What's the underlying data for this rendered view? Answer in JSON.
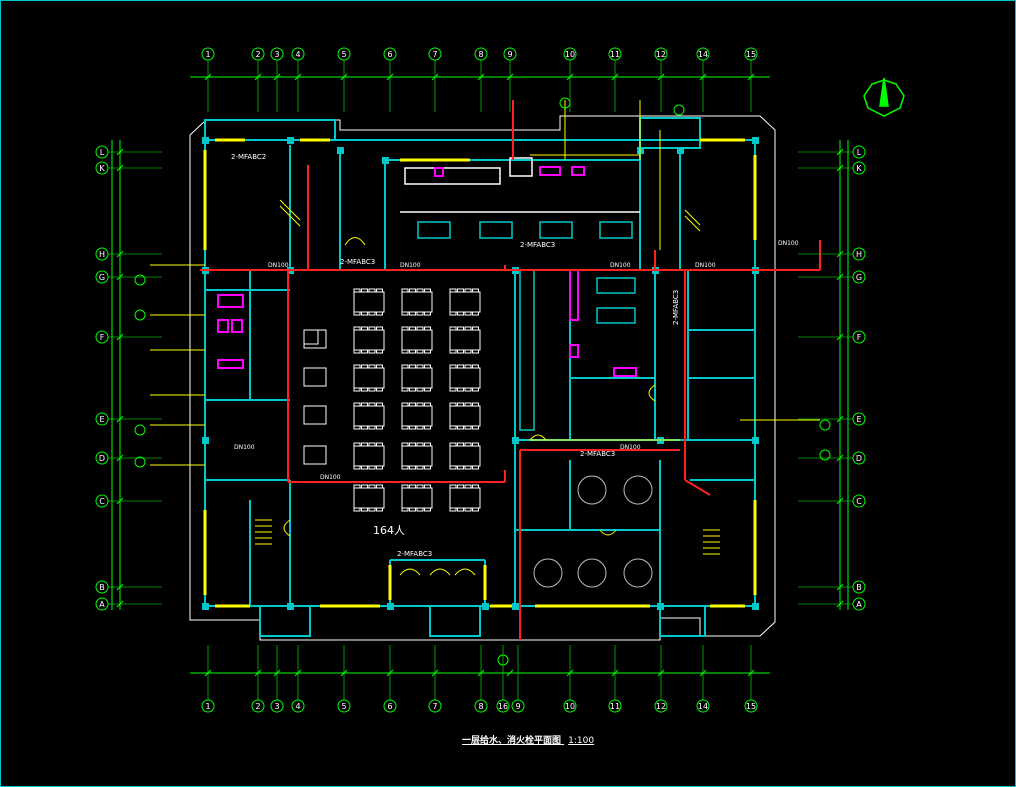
{
  "axes_top": [
    "1",
    "2",
    "3",
    "4",
    "5",
    "6",
    "7",
    "8",
    "9",
    "10",
    "11",
    "12",
    "14",
    "15"
  ],
  "axes_bottom": [
    "1",
    "2",
    "3",
    "4",
    "5",
    "6",
    "7",
    "8",
    "16",
    "9",
    "10",
    "11",
    "12",
    "14",
    "15"
  ],
  "axes_left": [
    "L",
    "K",
    "H",
    "G",
    "F",
    "E",
    "D",
    "C",
    "B",
    "A"
  ],
  "axes_right": [
    "L",
    "K",
    "H",
    "G",
    "F",
    "E",
    "D",
    "C",
    "B",
    "A"
  ],
  "occupancy_label": "164人",
  "extinguisher_labels": [
    "2-MFABC2",
    "2-MFABC3",
    "2-MFABC3",
    "2-MFABC3",
    "2-MFABC3",
    "2-MFABC3"
  ],
  "pipe_labels": [
    "DN100",
    "DN100",
    "DN100",
    "DN100",
    "DN100",
    "DN100",
    "DN100",
    "DN100"
  ],
  "drawing_title": "一层给水、消火栓平面图",
  "drawing_scale": "1:100",
  "colors": {
    "background": "#000000",
    "wall": "#00c8c8",
    "dimension": "#00ff00",
    "fire_pipe": "#ff2020",
    "water_pipe": "#ffff00",
    "fixture": "#ff00ff",
    "text": "#ffffff"
  }
}
